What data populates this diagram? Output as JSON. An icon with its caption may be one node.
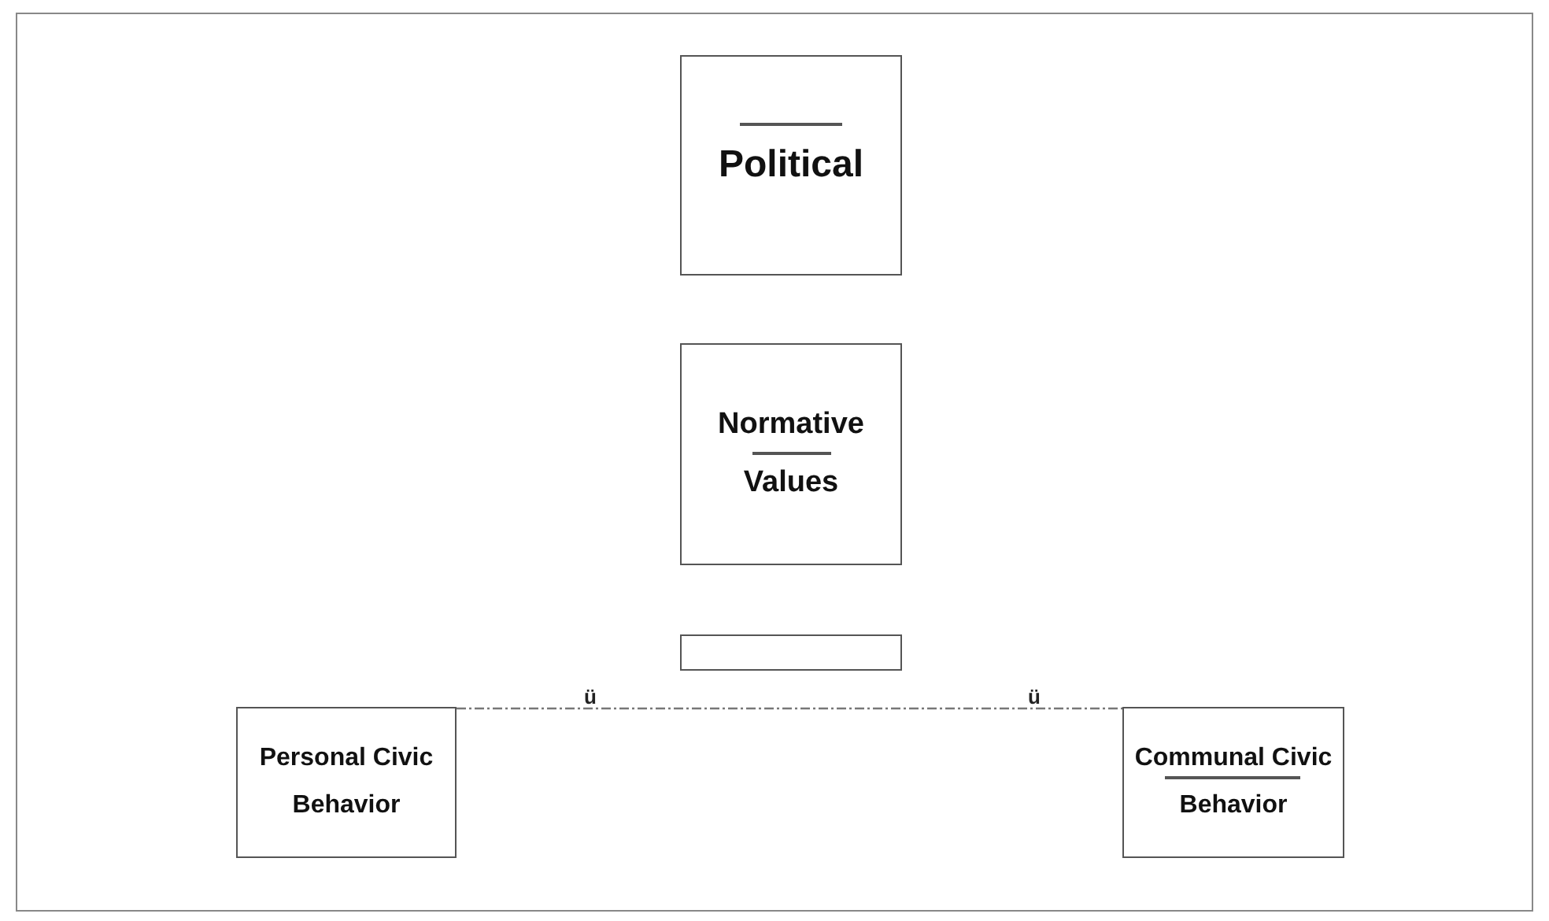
{
  "diagram": {
    "nodes": [
      {
        "text": [
          "Political"
        ]
      },
      {
        "text": [
          "Normative Values"
        ]
      },
      {
        "text": [],
        "shape": "box"
      },
      {
        "text": [
          "Personal Civic Behavior"
        ]
      },
      {
        "text": [
          "Communal Civic Behavior"
        ]
      }
    ],
    "edges": [
      {
        "from": 3,
        "to": 4,
        "arrow": "none",
        "style": "dashed"
      }
    ],
    "labels": [
      "ü",
      "ü"
    ]
  }
}
